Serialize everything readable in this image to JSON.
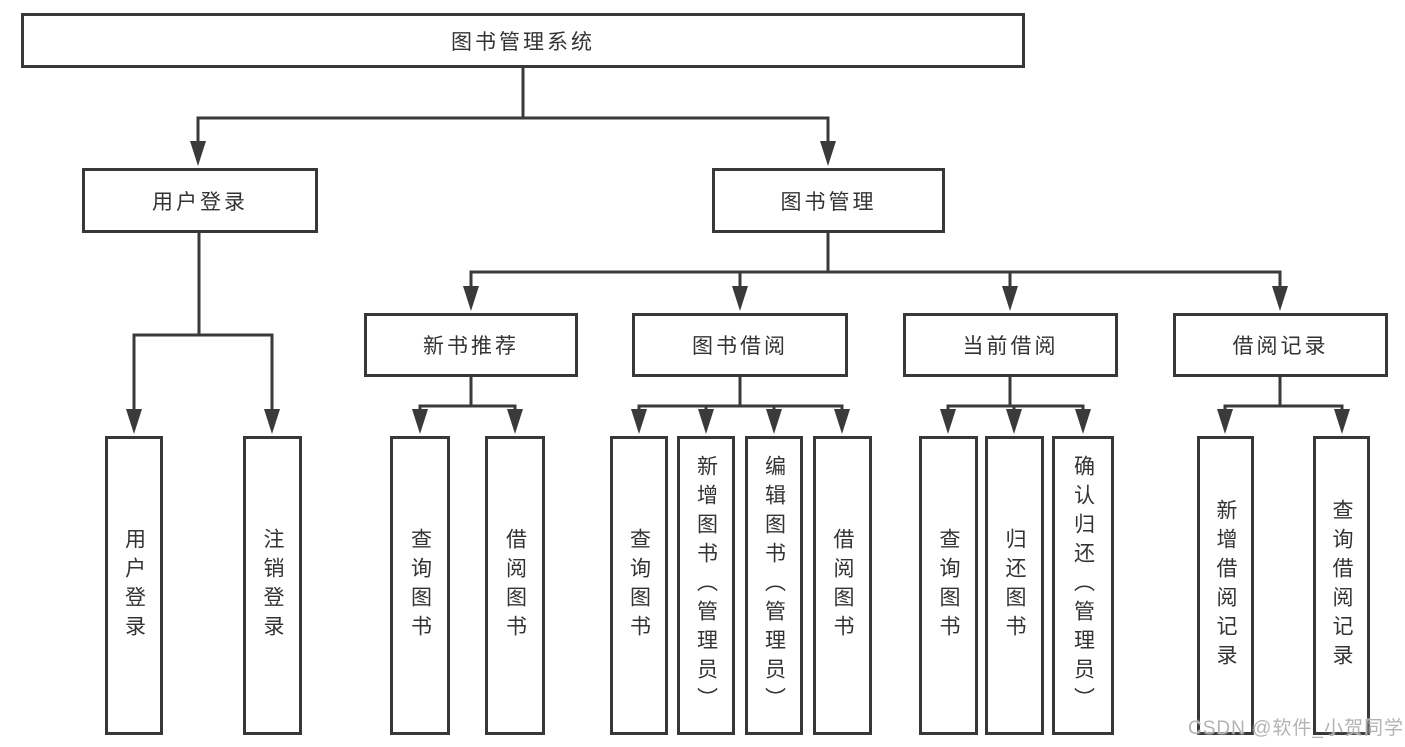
{
  "nodes": {
    "root": {
      "label": "图书管理系统"
    },
    "user_login": {
      "label": "用户登录"
    },
    "book_mgmt": {
      "label": "图书管理"
    },
    "new_books": {
      "label": "新书推荐"
    },
    "book_borrow": {
      "label": "图书借阅"
    },
    "current_borrow": {
      "label": "当前借阅"
    },
    "borrow_records": {
      "label": "借阅记录"
    },
    "leaf_user_login": {
      "label": "用户登录"
    },
    "leaf_logout": {
      "label": "注销登录"
    },
    "leaf_nb_query": {
      "label": "查询图书"
    },
    "leaf_nb_borrow": {
      "label": "借阅图书"
    },
    "leaf_bb_query": {
      "label": "查询图书"
    },
    "leaf_bb_add": {
      "label": "新增图书（管理员）"
    },
    "leaf_bb_edit": {
      "label": "编辑图书（管理员）"
    },
    "leaf_bb_borrow": {
      "label": "借阅图书"
    },
    "leaf_cb_query": {
      "label": "查询图书"
    },
    "leaf_cb_return": {
      "label": "归还图书"
    },
    "leaf_cb_confirm": {
      "label": "确认归还（管理员）"
    },
    "leaf_br_add": {
      "label": "新增借阅记录"
    },
    "leaf_br_query": {
      "label": "查询借阅记录"
    }
  },
  "edges": [
    [
      "root",
      "user_login"
    ],
    [
      "root",
      "book_mgmt"
    ],
    [
      "user_login",
      "leaf_user_login"
    ],
    [
      "user_login",
      "leaf_logout"
    ],
    [
      "book_mgmt",
      "new_books"
    ],
    [
      "book_mgmt",
      "book_borrow"
    ],
    [
      "book_mgmt",
      "current_borrow"
    ],
    [
      "book_mgmt",
      "borrow_records"
    ],
    [
      "new_books",
      "leaf_nb_query"
    ],
    [
      "new_books",
      "leaf_nb_borrow"
    ],
    [
      "book_borrow",
      "leaf_bb_query"
    ],
    [
      "book_borrow",
      "leaf_bb_add"
    ],
    [
      "book_borrow",
      "leaf_bb_edit"
    ],
    [
      "book_borrow",
      "leaf_bb_borrow"
    ],
    [
      "current_borrow",
      "leaf_cb_query"
    ],
    [
      "current_borrow",
      "leaf_cb_return"
    ],
    [
      "current_borrow",
      "leaf_cb_confirm"
    ],
    [
      "borrow_records",
      "leaf_br_add"
    ],
    [
      "borrow_records",
      "leaf_br_query"
    ]
  ],
  "watermark": {
    "text": "CSDN @软件_小贺同学"
  },
  "colors": {
    "line": "#3a3a3a",
    "box_border": "#383838",
    "box_fill": "#ffffff",
    "text": "#333333",
    "watermark": "#b3b3b3",
    "background": "#ffffff"
  }
}
